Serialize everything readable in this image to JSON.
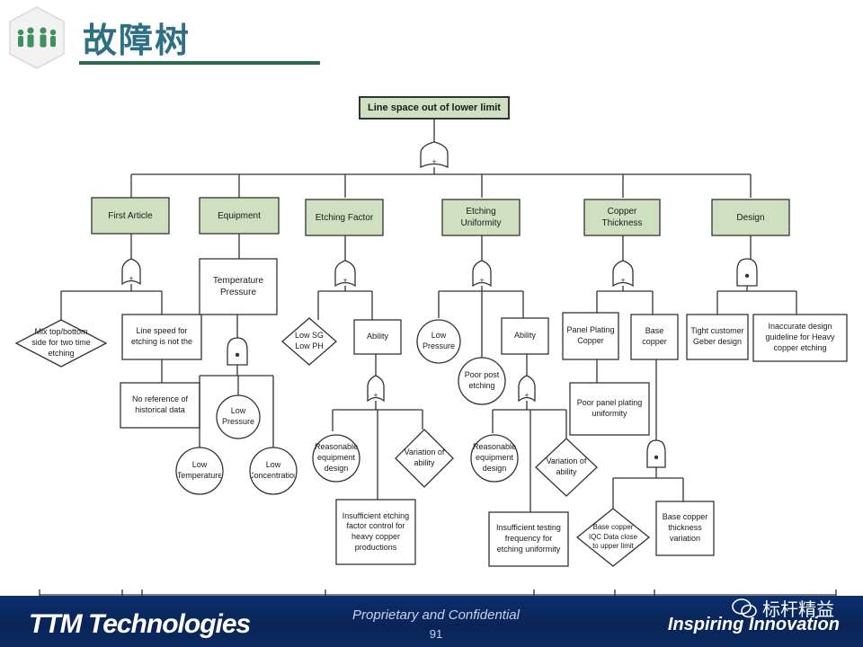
{
  "title": "故障树",
  "diagram": {
    "nodes": {
      "top": "Line space out of lower limit",
      "first_article": "First Article",
      "equipment": "Equipment",
      "etching_factor": "Etching Factor",
      "etching_uniformity": "Etching Uniformity",
      "copper_thickness": "Copper Thickness",
      "design": "Design",
      "mix": "Mix top/bottom side for two time etching",
      "line_speed": "Line speed for etching is not the",
      "no_reference": "No reference of historical data",
      "temp_pressure": "Temperature Pressure",
      "low_pressure_eq": "Low Pressure",
      "low_temperature": "Low Temperature",
      "low_concentration": "Low Concentration",
      "low_sg": "Low SG Low PH",
      "ability_ef": "Ability",
      "reasonable_ef": "Reasonable equipment design",
      "variation_ef": "Variation of ability",
      "insufficient_ef": "Insufficient etching factor control for heavy copper productions",
      "low_pressure_eu": "Low Pressure",
      "poor_post": "Poor post etching",
      "ability_eu": "Ability",
      "reasonable_eu": "Reasonable equipment design",
      "variation_eu": "Variation of ability",
      "insufficient_eu": "Insufficient testing frequency for etching uniformity",
      "panel_plating": "Panel Plating Copper",
      "base_copper": "Base copper",
      "poor_panel": "Poor panel plating uniformity",
      "iqc": "Base copper IQC Data close to upper limit",
      "base_thickness": "Base copper thickness variation",
      "tight_customer": "Tight customer Geber design",
      "inaccurate": "Inaccurate design guideline for Heavy copper etching"
    },
    "gate_symbols": {
      "or": "+",
      "and": "•"
    }
  },
  "footer": {
    "logo": "TTM Technologies",
    "confidential": "Proprietary and Confidential",
    "page": "91",
    "tagline": "Inspiring Innovation",
    "watermark": "标杆精益"
  },
  "colors": {
    "title": "#2f6f86",
    "event_fill": "#cfe0c0",
    "footer_bg": "#0b2f6e",
    "rule": "#2e6b4a"
  }
}
